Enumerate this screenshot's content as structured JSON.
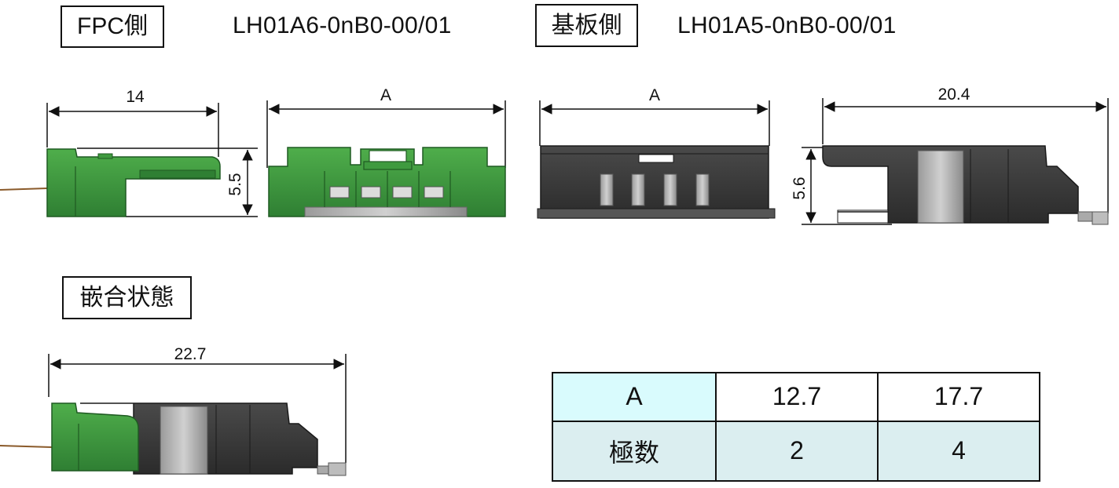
{
  "fpc_side": {
    "label": "FPC側",
    "part_number": "LH01A6-0nB0-00/01"
  },
  "board_side": {
    "label": "基板側",
    "part_number": "LH01A5-0nB0-00/01"
  },
  "mated": {
    "label": "嵌合状態"
  },
  "dimensions": {
    "fpc_length": "14",
    "fpc_height": "5.5",
    "fpc_width": "A",
    "board_width": "A",
    "board_length": "20.4",
    "board_height": "5.6",
    "mated_length": "22.7"
  },
  "table": {
    "rows": [
      {
        "header": "A",
        "values": [
          "12.7",
          "17.7"
        ]
      },
      {
        "header": "極数",
        "values": [
          "2",
          "4"
        ]
      }
    ]
  },
  "colors": {
    "fpc_connector": "#3f9a3f",
    "board_connector": "#3a3a3a",
    "table_header_bg": "#d9fbfd",
    "table_row_bg": "#dbeef0"
  }
}
